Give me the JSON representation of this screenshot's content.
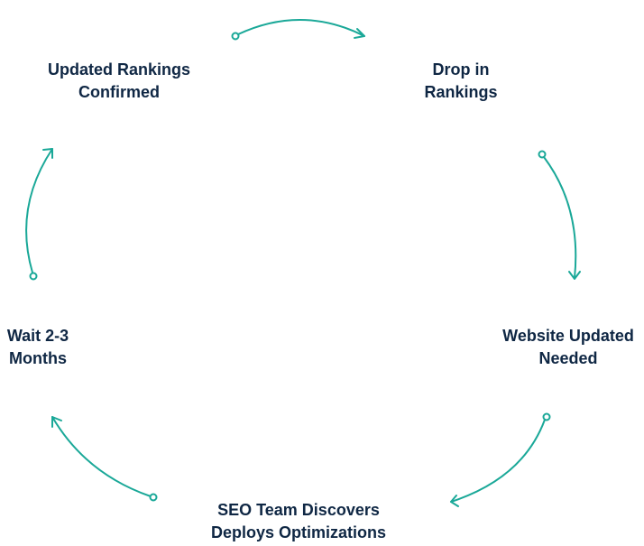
{
  "diagram": {
    "type": "cycle",
    "accent_color": "#1aa898",
    "text_color": "#0f2744",
    "steps": [
      {
        "line1": "Drop in",
        "line2": "Rankings"
      },
      {
        "line1": "Website Updated",
        "line2": "Needed"
      },
      {
        "line1": "SEO Team Discovers",
        "line2": "Deploys Optimizations"
      },
      {
        "line1": "Wait 2-3",
        "line2": "Months"
      },
      {
        "line1": "Updated Rankings",
        "line2": "Confirmed"
      }
    ],
    "connectors": [
      {
        "from": "Updated Rankings Confirmed",
        "to": "Drop in Rankings"
      },
      {
        "from": "Drop in Rankings",
        "to": "Website Updated Needed"
      },
      {
        "from": "Website Updated Needed",
        "to": "SEO Team Discovers Deploys Optimizations"
      },
      {
        "from": "SEO Team Discovers Deploys Optimizations",
        "to": "Wait 2-3 Months"
      },
      {
        "from": "Wait 2-3 Months",
        "to": "Updated Rankings Confirmed"
      }
    ]
  }
}
